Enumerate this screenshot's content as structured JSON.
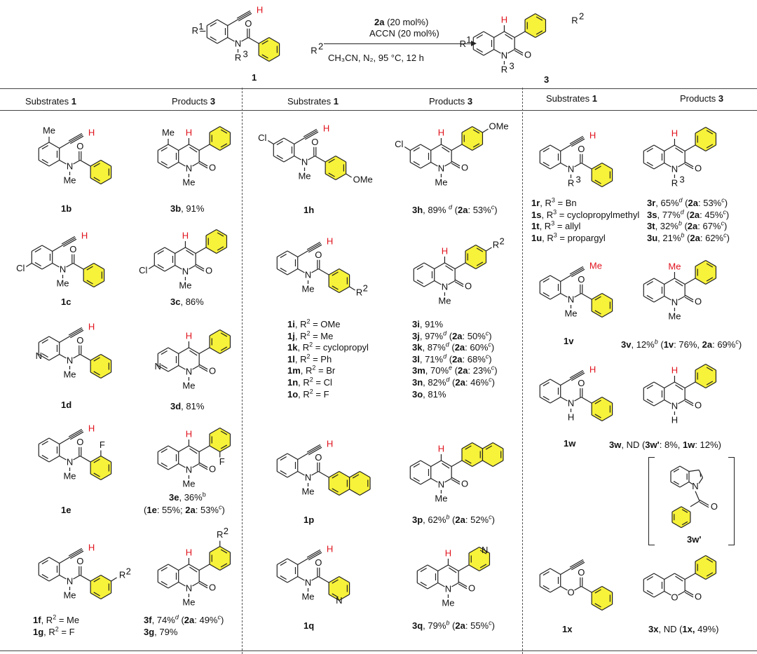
{
  "scheme": {
    "substrate_label": "1",
    "product_label": "3",
    "conditions_above": [
      {
        "bold": "2a",
        "text": " (20 mol%)"
      },
      {
        "bold": "",
        "text": "ACCN (20 mol%)"
      }
    ],
    "conditions_below": "CH₃CN, N₂, 95 °C, 12 h",
    "r_groups": {
      "r1": "R",
      "r2": "R",
      "r3": "R",
      "sup1": "1",
      "sup2": "2",
      "sup3": "3"
    }
  },
  "table_headers": [
    {
      "text": "Substrates ",
      "bold": "1"
    },
    {
      "text": "Products ",
      "bold": "3"
    },
    {
      "text": "Substrates ",
      "bold": "1"
    },
    {
      "text": "Products ",
      "bold": "3"
    },
    {
      "text": "Substrates ",
      "bold": "1"
    },
    {
      "text": "Products ",
      "bold": "3"
    }
  ],
  "colors": {
    "highlight": "#f7f23a",
    "alkyne_h": "#e0121c",
    "line": "#222222"
  },
  "entries": {
    "1b": {
      "label": "1b"
    },
    "3b": {
      "label": "3b",
      "yield": ", 91%"
    },
    "1c": {
      "label": "1c"
    },
    "3c": {
      "label": "3c",
      "yield": ", 86%"
    },
    "1d": {
      "label": "1d"
    },
    "3d": {
      "label": "3d",
      "yield": ", 81%"
    },
    "1e": {
      "label": "1e"
    },
    "3e": {
      "label": "3e",
      "yield": ", 36%",
      "sup": "b",
      "extra": "(1e: 55%; 2a: 53%c)"
    },
    "1fg": {
      "lines": [
        [
          "1f",
          ", R",
          "2",
          " = Me"
        ],
        [
          "1g",
          ", R",
          "2",
          " = F"
        ]
      ]
    },
    "3fg": {
      "lines": [
        [
          "3f",
          ", 74%",
          "d",
          " (",
          "2a",
          ": 49%",
          "c",
          ")"
        ],
        [
          "3g",
          ", 79%"
        ]
      ]
    },
    "1h": {
      "label": "1h"
    },
    "3h": {
      "label": "3h",
      "yield": ", 89% ",
      "sup": "d",
      "extra_bold": "2a",
      "extra": ": 53%"
    },
    "1io": {
      "lines": [
        [
          "1i",
          "OMe"
        ],
        [
          "1j",
          "Me"
        ],
        [
          "1k",
          "cyclopropyl"
        ],
        [
          "1l",
          "Ph"
        ],
        [
          "1m",
          "Br"
        ],
        [
          "1n",
          "Cl"
        ],
        [
          "1o",
          "F"
        ]
      ]
    },
    "3io": {
      "lines": [
        [
          "3i",
          ", 91%",
          "",
          ""
        ],
        [
          "3j",
          ",  97%",
          "d",
          "50%"
        ],
        [
          "3k",
          ", 87%",
          "d",
          "60%"
        ],
        [
          "3l",
          ", 71%",
          "d",
          "68%"
        ],
        [
          "3m",
          ", 70%",
          "e",
          "23%"
        ],
        [
          "3n",
          ", 82%",
          "d",
          "46%"
        ],
        [
          "3o",
          ", 81%",
          "",
          ""
        ]
      ]
    },
    "1p": {
      "label": "1p"
    },
    "3p": {
      "label": "3p",
      "yield": ", 62%",
      "sup": "b",
      "extra": "52%"
    },
    "1q": {
      "label": "1q"
    },
    "3q": {
      "label": "3q",
      "yield": ", 79%",
      "sup": "b",
      "extra": "55%"
    },
    "1ru": {
      "lines": [
        [
          "1r",
          "Bn"
        ],
        [
          "1s",
          "cyclopropylmethyl"
        ],
        [
          "1t",
          "allyl"
        ],
        [
          "1u",
          "propargyl"
        ]
      ]
    },
    "3ru": {
      "lines": [
        [
          "3r",
          ", 65%",
          "d",
          "53%"
        ],
        [
          "3s",
          ", 77%",
          "d",
          "45%"
        ],
        [
          "3t",
          ", 32%",
          "b",
          "67%"
        ],
        [
          "3u",
          ", 21%",
          "b",
          "62%"
        ]
      ]
    },
    "1v": {
      "label": "1v"
    },
    "3v": {
      "label": "3v",
      "yield": ", 12%",
      "sup": "b",
      "extra": "(1v: 76%, 2a: 69%c)"
    },
    "1w": {
      "label": "1w"
    },
    "3w": {
      "label": "3w",
      "yield": ", ND",
      "extra": "(3w': 8%, 1w: 12%)"
    },
    "3w_prime": {
      "label": "3w'"
    },
    "1x": {
      "label": "1x"
    },
    "3x": {
      "label": "3x",
      "yield": ", ND",
      "extra": "(1x, 49%)"
    }
  },
  "atoms": {
    "me": "Me",
    "o": "O",
    "n": "N",
    "h": "H",
    "cl": "Cl",
    "f": "F",
    "ome": "OMe",
    "r": "R"
  }
}
